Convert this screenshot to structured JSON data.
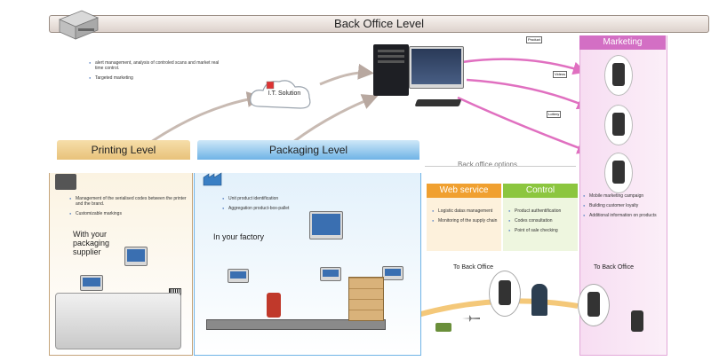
{
  "back_office": {
    "title": "Back Office  Level",
    "bullets": [
      "alert management, analysis of controled scans and market real time control.",
      "Targeted marketing"
    ]
  },
  "it_solution": "I.T. Solution",
  "outputs": [
    "Product",
    "Videos",
    "Lottery"
  ],
  "marketing": {
    "title": "Marketing",
    "bullets": [
      "Mobile marketing campaign",
      "Building customer loyalty",
      "Additional information on products"
    ]
  },
  "printing": {
    "title": "Printing Level",
    "bullets": [
      "Management  of the serialised codes between the printer and the brand.",
      "Customizable markings"
    ],
    "caption": "With your packaging supplier"
  },
  "packaging": {
    "title": "Packaging Level",
    "bullets": [
      "Unit product identification",
      "Aggregation product-box-pallet"
    ],
    "caption": "In your factory"
  },
  "back_office_options": "Back office options",
  "web_service": {
    "title": "Web service",
    "bullets": [
      "Logistic datas management",
      "Monitoring of the supply chain"
    ]
  },
  "control": {
    "title": "Control",
    "bullets": [
      "Product authentification",
      "Codes consultation",
      "Point of sale checking"
    ]
  },
  "to_back_office": "To Back Office",
  "colors": {
    "printing": "#e8c27a",
    "packaging": "#6fb3e6",
    "web_service": "#f0a030",
    "control": "#8cc63f",
    "marketing": "#d36fc4",
    "banner": "#e6dcd6"
  }
}
